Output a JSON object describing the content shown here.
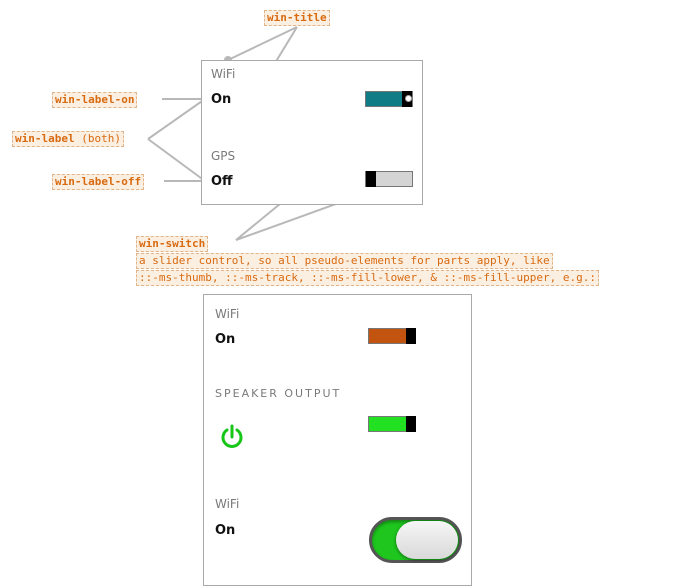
{
  "callouts": {
    "win_title": "win-title",
    "win_label_on": "win-label-on",
    "win_label_both_code": "win-label",
    "win_label_both_suffix": " (both)",
    "win_label_off": "win-label-off",
    "win_switch": "win-switch",
    "win_switch_line2": "a slider control, so all pseudo-elements for parts apply, like",
    "win_switch_line3": "::-ms-thumb, ::-ms-track, ::-ms-fill-lower, & ::-ms-fill-upper, e.g.:"
  },
  "panel_top": {
    "wifi_title": "WiFi",
    "wifi_state": "On",
    "wifi_switch_on": true,
    "gps_title": "GPS",
    "gps_state": "Off",
    "gps_switch_on": false
  },
  "panel_bottom": {
    "wifi1_title": "WiFi",
    "wifi1_state": "On",
    "speaker_title": "SPEAKER OUTPUT",
    "power_icon": "power-icon",
    "wifi2_title": "WiFi",
    "wifi2_state": "On"
  },
  "colors": {
    "teal_fill": "#0f7c86",
    "orange_fill": "#c2540f",
    "green_fill": "#22e022",
    "pill_green": "#1ec61e",
    "callout_text": "#d86a10"
  }
}
